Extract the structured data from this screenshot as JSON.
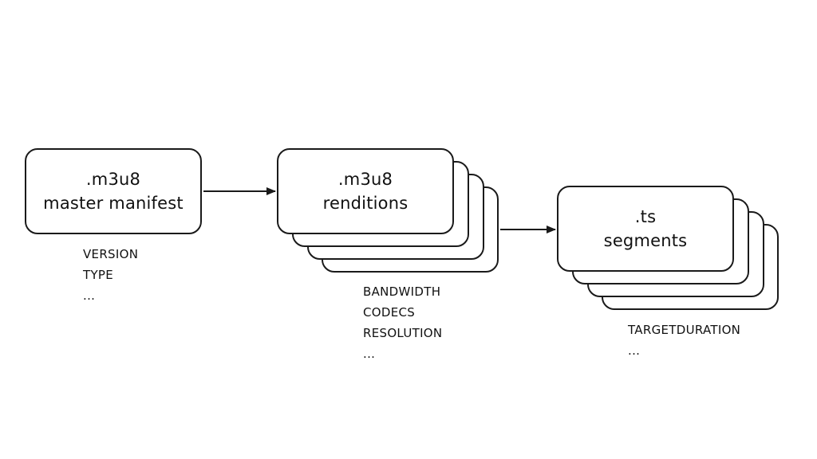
{
  "diagram": {
    "master": {
      "line1": ".m3u8",
      "line2": "master manifest",
      "attributes": [
        "VERSION",
        "TYPE",
        "..."
      ]
    },
    "renditions": {
      "line1": ".m3u8",
      "line2": "renditions",
      "attributes": [
        "BANDWIDTH",
        "CODECS",
        "RESOLUTION",
        "..."
      ]
    },
    "segments": {
      "line1": ".ts",
      "line2": "segments",
      "attributes": [
        "TARGETDURATION",
        "..."
      ]
    },
    "colors": {
      "stroke": "#1a1a1a",
      "background": "#ffffff",
      "text": "#111111"
    }
  }
}
